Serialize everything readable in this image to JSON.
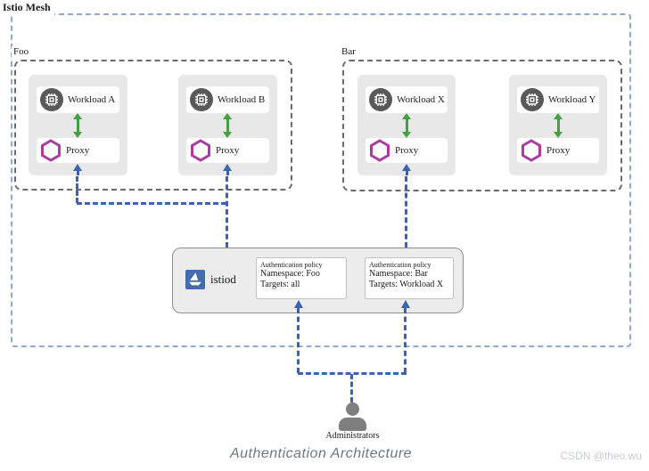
{
  "mesh": {
    "label": "Istio Mesh"
  },
  "namespaces": [
    {
      "label": "Foo",
      "cards": [
        {
          "workload": "Workload A",
          "proxy": "Proxy"
        },
        {
          "workload": "Workload B",
          "proxy": "Proxy"
        }
      ]
    },
    {
      "label": "Bar",
      "cards": [
        {
          "workload": "Workload X",
          "proxy": "Proxy"
        },
        {
          "workload": "Workload Y",
          "proxy": "Proxy"
        }
      ]
    }
  ],
  "istiod": {
    "label": "istiod",
    "policies": [
      {
        "title": "Authentication policy",
        "namespace": "Namespace: Foo",
        "targets": "Targets: all"
      },
      {
        "title": "Authentication policy",
        "namespace": "Namespace: Bar",
        "targets": "Targets: Workload X"
      }
    ]
  },
  "administrators": {
    "label": "Administrators"
  },
  "footer": {
    "title": "Authentication Architecture",
    "watermark": "CSDN @theo.wu"
  },
  "colors": {
    "mesh_border": "#93a7d3",
    "namespace_border": "#6b6b6b",
    "card_bg": "#e8e8e8",
    "istiod_bg": "#ececec",
    "istio_blue": "#466bb0",
    "connector_blue": "#3d62ae",
    "arrow_green": "#3fa33f",
    "proxy_magenta": "#ac3ba1",
    "workload_gray": "#595959",
    "admin_gray": "#7f7f7f",
    "title_gray": "#6f7781",
    "watermark_gray": "#c7cbd1"
  }
}
